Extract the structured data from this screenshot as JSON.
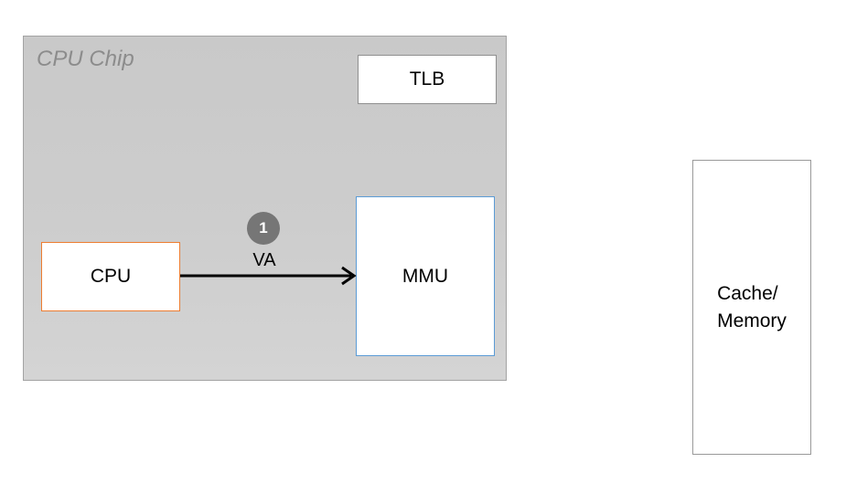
{
  "diagram": {
    "chip_label": "CPU Chip",
    "tlb_label": "TLB",
    "cpu_label": "CPU",
    "mmu_label": "MMU",
    "memory_label_line1": "Cache/",
    "memory_label_line2": "Memory",
    "step_number": "1",
    "arrow_label": "VA"
  },
  "colors": {
    "cpu_border": "#ed7d31",
    "mmu_border": "#5b9bd5",
    "step_badge": "#767676"
  }
}
